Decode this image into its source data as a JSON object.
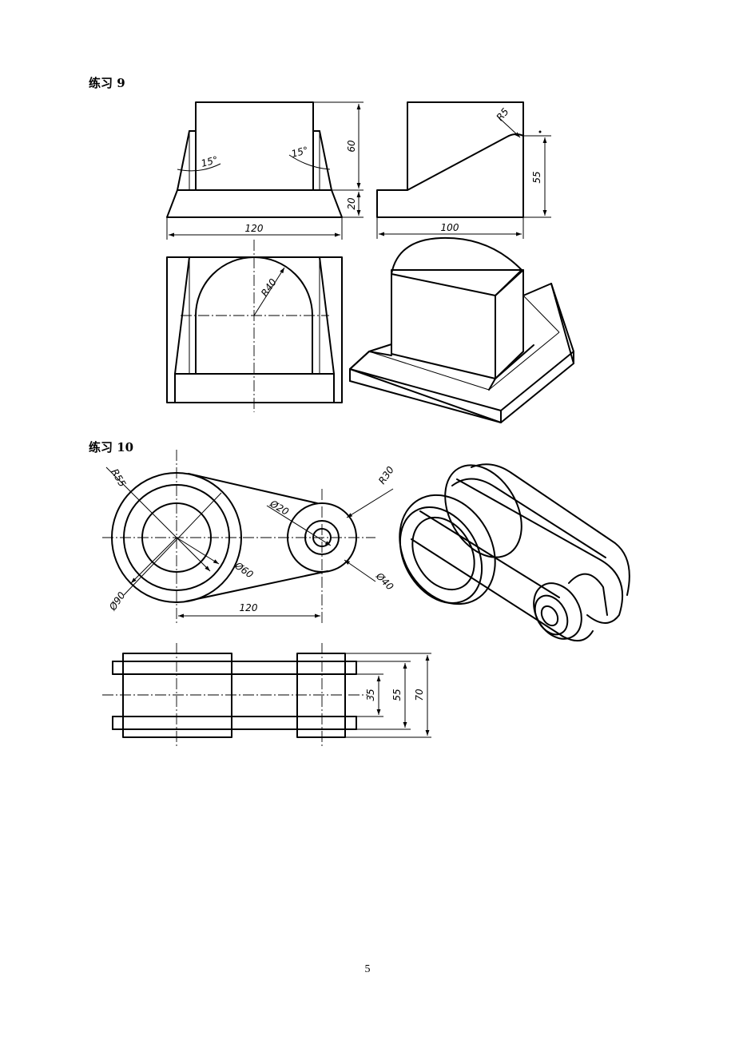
{
  "exercise9": {
    "title": "练习 9",
    "front": {
      "angle_left": "15°",
      "angle_right": "15°",
      "height_upper": "60",
      "height_base": "20",
      "width": "120"
    },
    "side": {
      "radius": "R5",
      "height": "55",
      "width": "100"
    },
    "top": {
      "radius": "R40"
    }
  },
  "exercise10": {
    "title": "练习 10",
    "top": {
      "r_large": "R55",
      "r_small": "R30",
      "d_pin_hole": "Ø20",
      "d_bore": "Ø60",
      "d_boss": "Ø90",
      "d_pin": "Ø40",
      "center_distance": "120"
    },
    "front": {
      "dim_inner": "35",
      "dim_mid": "55",
      "dim_total": "70"
    }
  },
  "footer": {
    "page_number": "5"
  }
}
